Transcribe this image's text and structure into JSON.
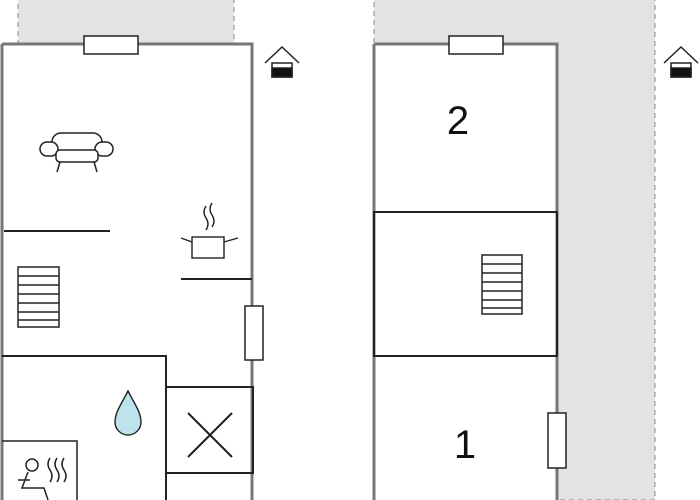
{
  "plan": {
    "rooms": [
      {
        "label": "2"
      },
      {
        "label": "1"
      }
    ],
    "icons": [
      "sofa-icon",
      "cooking-pot-icon",
      "staircase-icon",
      "water-drop-icon",
      "sauna-icon",
      "window-marker",
      "house-entrance-icon",
      "void-cross"
    ],
    "colors": {
      "wall": "#777777",
      "line": "#222222",
      "outdoor_area": "#e3e3e3",
      "water_drop": "#bfe3ec"
    }
  }
}
